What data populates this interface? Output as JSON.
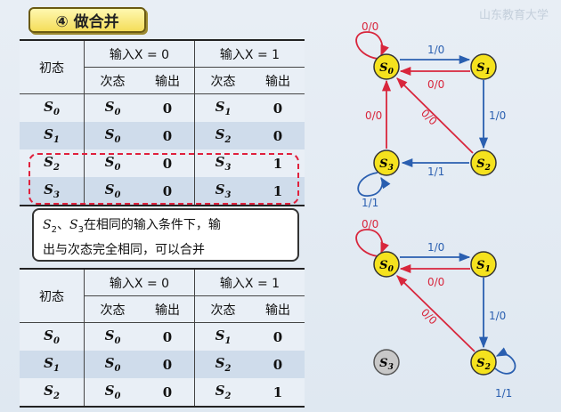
{
  "watermark": "山东教育大学",
  "title": "④ 做合并",
  "table_top": {
    "header_state": "初态",
    "group_x0": "输入X = 0",
    "group_x1": "输入X = 1",
    "sub_next": "次态",
    "sub_out": "输出",
    "rows": [
      {
        "state": "S0",
        "n0": "S0",
        "o0": "0",
        "n1": "S1",
        "o1": "0"
      },
      {
        "state": "S1",
        "n0": "S0",
        "o0": "0",
        "n1": "S2",
        "o1": "0"
      },
      {
        "state": "S2",
        "n0": "S0",
        "o0": "0",
        "n1": "S3",
        "o1": "1"
      },
      {
        "state": "S3",
        "n0": "S0",
        "o0": "0",
        "n1": "S3",
        "o1": "1"
      }
    ]
  },
  "callout": {
    "line1": "S2、S3在相同的输入条件下，输",
    "line2": "出与次态完全相同，可以合并"
  },
  "table_bottom": {
    "header_state": "初态",
    "group_x0": "输入X = 0",
    "group_x1": "输入X = 1",
    "sub_next": "次态",
    "sub_out": "输出",
    "rows": [
      {
        "state": "S0",
        "n0": "S0",
        "o0": "0",
        "n1": "S1",
        "o1": "0"
      },
      {
        "state": "S1",
        "n0": "S0",
        "o0": "0",
        "n1": "S2",
        "o1": "0"
      },
      {
        "state": "S2",
        "n0": "S0",
        "o0": "0",
        "n1": "S2",
        "o1": "1"
      }
    ]
  },
  "diagram_top": {
    "nodes": [
      "S0",
      "S1",
      "S2",
      "S3"
    ],
    "labels": {
      "s0_self": "0/0",
      "s0_s1": "1/0",
      "s1_s0": "0/0",
      "s1_s2": "1/0",
      "s2_s0": "0/0",
      "s2_s3": "1/1",
      "s3_s0": "0/0",
      "s3_self": "1/1"
    }
  },
  "diagram_bottom": {
    "nodes": [
      "S0",
      "S1",
      "S2",
      "S3"
    ],
    "labels": {
      "s0_self": "0/0",
      "s0_s1": "1/0",
      "s1_s0": "0/0",
      "s1_s2": "1/0",
      "s2_s0": "0/0",
      "s2_self": "1/1"
    }
  },
  "colors": {
    "node_fill": "#f5e21e",
    "node_removed": "#c8c8c8",
    "edge_blue": "#2a5fb0",
    "edge_red": "#d8263c",
    "dash_red": "#e0203c"
  }
}
